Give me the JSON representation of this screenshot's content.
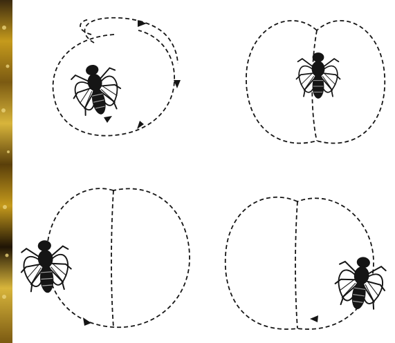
{
  "image": {
    "kind": "illustration",
    "background": "#ffffff",
    "ink": "#151515",
    "edge_strip": {
      "colors": [
        "#3b2a0f",
        "#c59a1c",
        "#7b5a12",
        "#d8b53b",
        "#1f1405"
      ]
    }
  },
  "panels": [
    {
      "id": "panel-1",
      "pattern": "circling-loop",
      "arrows": 4
    },
    {
      "id": "panel-2",
      "pattern": "figure-eight",
      "arrows": 0
    },
    {
      "id": "panel-3",
      "pattern": "figure-eight",
      "arrows": 1
    },
    {
      "id": "panel-4",
      "pattern": "figure-eight",
      "arrows": 1
    }
  ]
}
